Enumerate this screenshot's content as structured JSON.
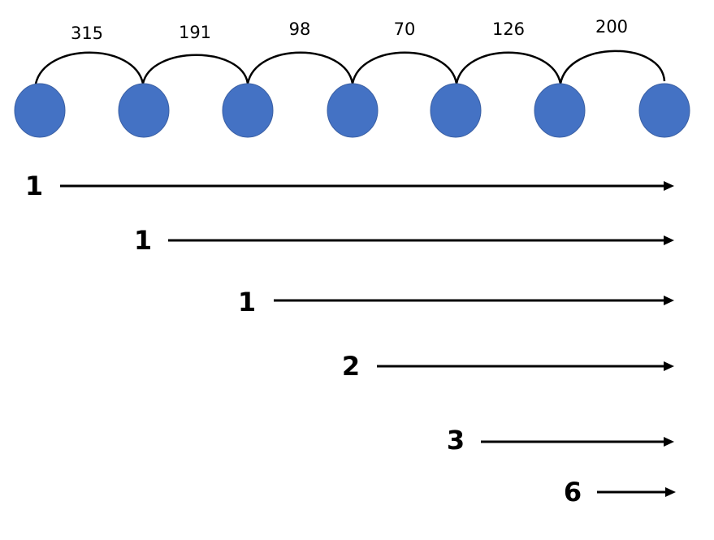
{
  "nodes": [
    {
      "id": "node-1",
      "color": "#4472C4"
    },
    {
      "id": "node-2",
      "color": "#4472C4"
    },
    {
      "id": "node-3",
      "color": "#4472C4"
    },
    {
      "id": "node-4",
      "color": "#4472C4"
    },
    {
      "id": "node-5",
      "color": "#4472C4"
    },
    {
      "id": "node-6",
      "color": "#4472C4"
    },
    {
      "id": "node-7",
      "color": "#4472C4"
    }
  ],
  "edges": [
    {
      "from": "node-1",
      "to": "node-2",
      "weight": "315"
    },
    {
      "from": "node-2",
      "to": "node-3",
      "weight": "191"
    },
    {
      "from": "node-3",
      "to": "node-4",
      "weight": "98"
    },
    {
      "from": "node-4",
      "to": "node-5",
      "weight": "70"
    },
    {
      "from": "node-5",
      "to": "node-6",
      "weight": "126"
    },
    {
      "from": "node-6",
      "to": "node-7",
      "weight": "200"
    }
  ],
  "arrows": [
    {
      "label": "1"
    },
    {
      "label": "1"
    },
    {
      "label": "1"
    },
    {
      "label": "2"
    },
    {
      "label": "3"
    },
    {
      "label": "6"
    }
  ]
}
